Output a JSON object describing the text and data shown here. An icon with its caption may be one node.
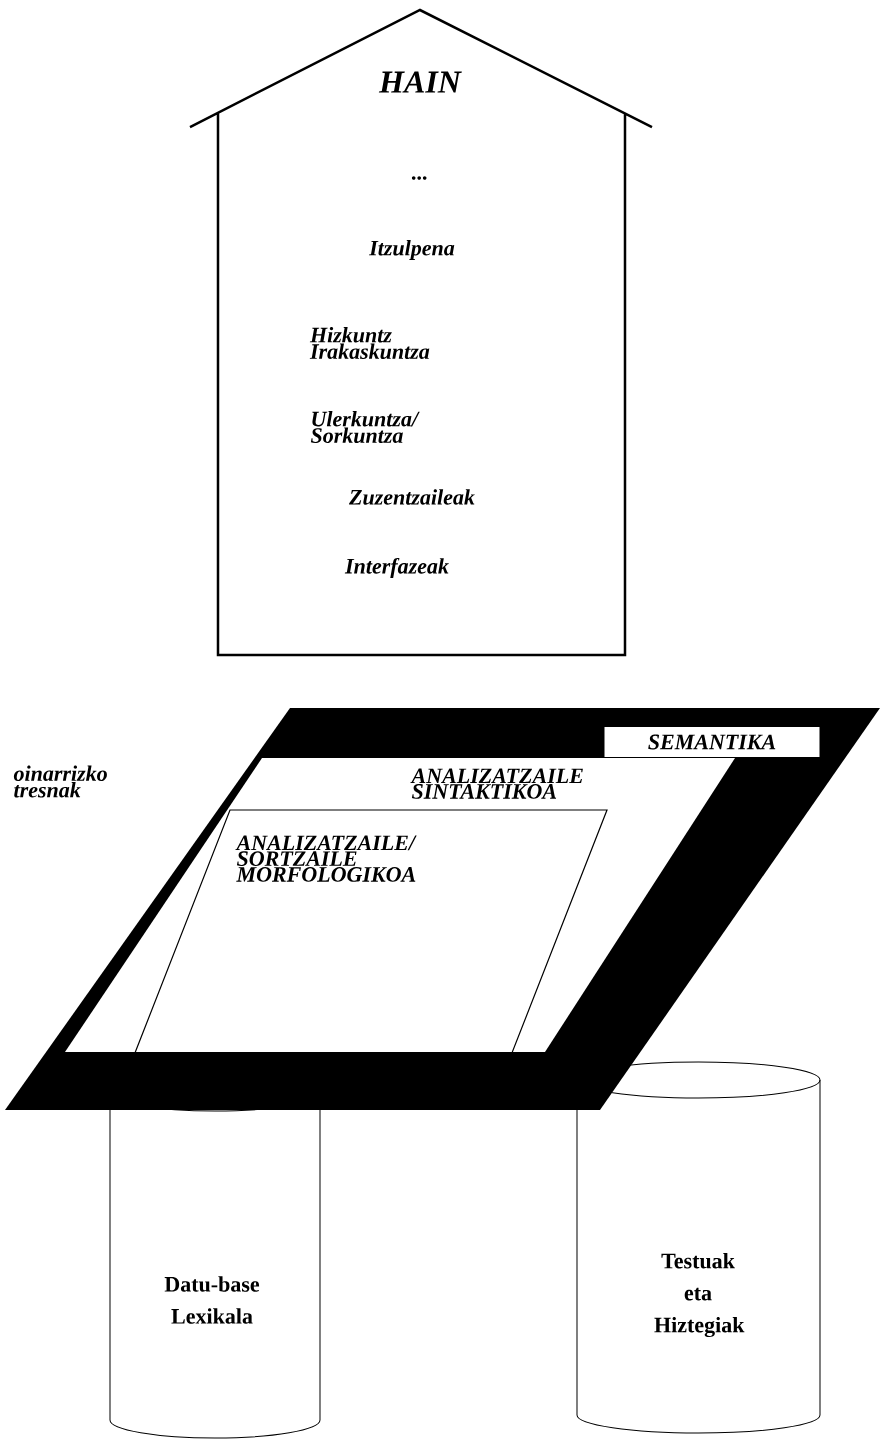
{
  "diagram": {
    "nodes": [
      {
        "text": [
          "HAIN",
          "...",
          "Itzulpena",
          "Hizkuntz Irakaskuntza",
          "Ulerkuntza/ Sorkuntza",
          "Zuzentzaileak",
          "Interfazeak"
        ]
      },
      {
        "text": [
          "SEMANTIKA"
        ],
        "beside": [
          "oinarrizko tresnak"
        ]
      },
      {
        "text": [
          "ANALIZATZAILE SINTAKTIKOA"
        ],
        "in": 1
      },
      {
        "text": [
          "ANALIZATZAILE/ SORTZAILE MORFOLOGIKOA"
        ],
        "in": 2
      },
      {
        "text": [
          "Datu-base Lexikala"
        ]
      },
      {
        "text": [
          "Testuak eta Hiztegiak"
        ]
      }
    ]
  }
}
